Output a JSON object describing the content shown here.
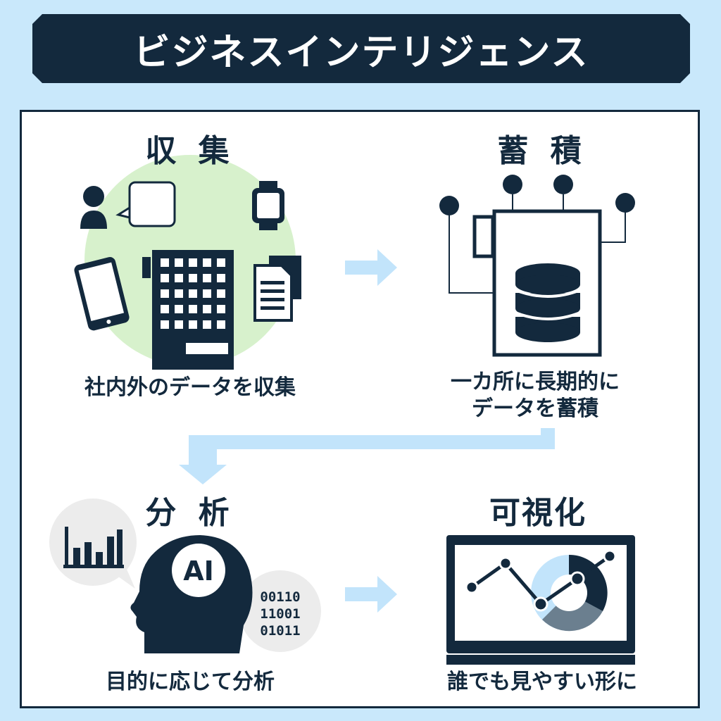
{
  "title": "ビジネスインテリジェンス",
  "colors": {
    "navy": "#13293d",
    "light_blue": "#c9e8fb",
    "arrow": "#c2e4fb",
    "green": "#d7f1cc",
    "gray": "#ececec"
  },
  "steps": {
    "collect": {
      "heading": "収 集",
      "caption": "社内外のデータを収集"
    },
    "store": {
      "heading": "蓄 積",
      "caption_line1": "一カ所に長期的に",
      "caption_line2": "データを蓄積"
    },
    "analyze": {
      "heading": "分 析",
      "caption": "目的に応じて分析",
      "ai_label": "AI",
      "binary": [
        "00110",
        "11001",
        "01011"
      ]
    },
    "visualize": {
      "heading": "可視化",
      "caption": "誰でも見やすい形に"
    }
  },
  "icons": [
    "person-icon",
    "speech-bubble-icon",
    "smartwatch-icon",
    "tablet-icon",
    "building-icon",
    "documents-icon",
    "server-icon",
    "database-icon",
    "bar-chart-icon",
    "ai-head-icon",
    "monitor-chart-icon"
  ]
}
